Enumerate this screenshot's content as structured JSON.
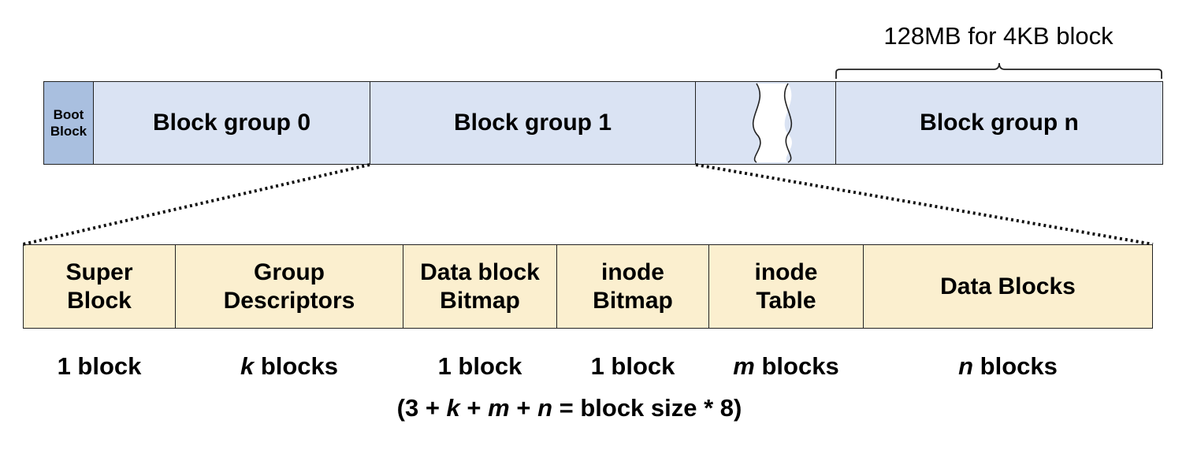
{
  "top_row": {
    "boot_block": [
      "Boot",
      "Block"
    ],
    "groups": [
      "Block group 0",
      "Block group 1",
      "Block group n"
    ]
  },
  "brace_label": "128MB for 4KB block",
  "group_layout": {
    "cells": [
      {
        "lines": [
          "Super",
          "Block"
        ],
        "count_var": "",
        "count_text": "1 block"
      },
      {
        "lines": [
          "Group",
          "Descriptors"
        ],
        "count_var": "k",
        "count_text": " blocks"
      },
      {
        "lines": [
          "Data block",
          "Bitmap"
        ],
        "count_var": "",
        "count_text": "1 block"
      },
      {
        "lines": [
          "inode",
          "Bitmap"
        ],
        "count_var": "",
        "count_text": "1 block"
      },
      {
        "lines": [
          "inode",
          "Table"
        ],
        "count_var": "m",
        "count_text": " blocks"
      },
      {
        "lines": [
          "Data Blocks"
        ],
        "count_var": "n",
        "count_text": " blocks"
      }
    ]
  },
  "formula": {
    "open": "(3 + ",
    "k": "k",
    "plus1": " + ",
    "m": "m",
    "plus2": " + ",
    "n": "n",
    "rest": " = block size * 8)"
  },
  "colors": {
    "group_fill": "#dae3f3",
    "boot_fill": "#a9bfdf",
    "layout_fill": "#fbefcf",
    "outline": "#222222"
  }
}
